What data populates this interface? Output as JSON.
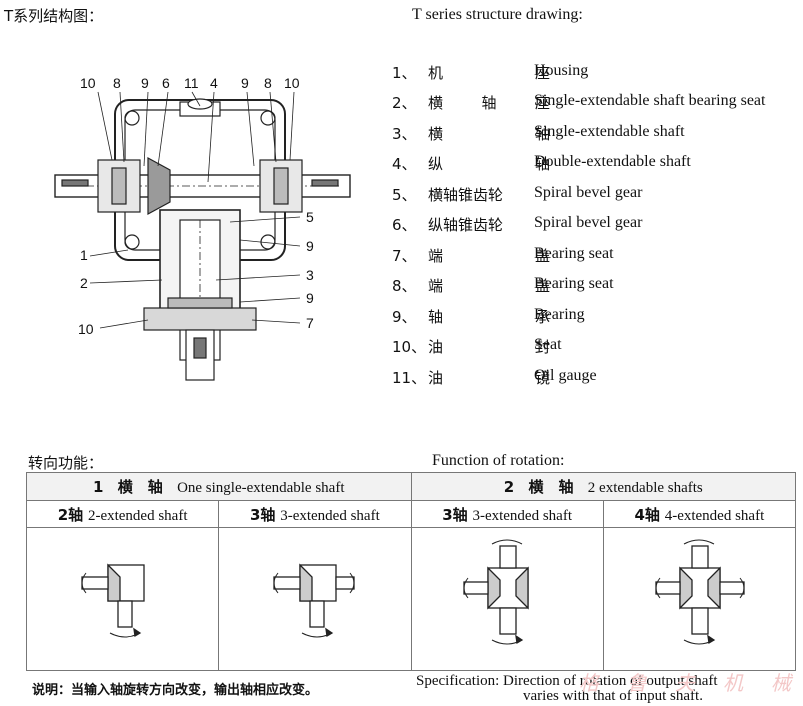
{
  "title_cn": "T系列结构图：",
  "title_en": "T series structure drawing:",
  "callouts": {
    "top": [
      "10",
      "8",
      "9",
      "6",
      "11",
      "4",
      "9",
      "8",
      "10"
    ],
    "left": [
      "1",
      "2",
      "10"
    ],
    "right": [
      "5",
      "9",
      "3",
      "9",
      "7"
    ]
  },
  "parts": [
    {
      "no": "1、",
      "cn": [
        "机",
        "座"
      ],
      "en": "Housing"
    },
    {
      "no": "2、",
      "cn": [
        "横",
        "轴",
        "座"
      ],
      "en": "Single-extendable shaft bearing seat"
    },
    {
      "no": "3、",
      "cn": [
        "横",
        "轴"
      ],
      "en": "Single-extendable shaft"
    },
    {
      "no": "4、",
      "cn": [
        "纵",
        "轴"
      ],
      "en": "Double-extendable shaft"
    },
    {
      "no": "5、",
      "cn": [
        "横轴锥齿轮"
      ],
      "en": "Spiral bevel gear"
    },
    {
      "no": "6、",
      "cn": [
        "纵轴锥齿轮"
      ],
      "en": "Spiral bevel gear"
    },
    {
      "no": "7、",
      "cn": [
        "端",
        "盖"
      ],
      "en": "Bearing seat"
    },
    {
      "no": "8、",
      "cn": [
        "端",
        "盖"
      ],
      "en": "Bearing seat"
    },
    {
      "no": "9、",
      "cn": [
        "轴",
        "承"
      ],
      "en": "Bearing"
    },
    {
      "no": "10、",
      "cn": [
        "油",
        "封"
      ],
      "en": "Seat"
    },
    {
      "no": "11、",
      "cn": [
        "油",
        "镜"
      ],
      "en": "Oil gauge"
    }
  ],
  "rotation": {
    "title_cn": "转向功能：",
    "title_en": "Function of rotation:",
    "group1": {
      "num": "1",
      "cn": "横　轴",
      "en": "One single-extendable shaft"
    },
    "group2": {
      "num": "2",
      "cn": "横　轴",
      "en": "2 extendable shafts"
    },
    "cols": [
      {
        "cn": "2轴",
        "en": "2-extended shaft",
        "shafts": 2
      },
      {
        "cn": "3轴",
        "en": "3-extended shaft",
        "shafts": 3
      },
      {
        "cn": "3轴",
        "en": "3-extended shaft",
        "shafts": 3,
        "cross": true
      },
      {
        "cn": "4轴",
        "en": "4-extended shaft",
        "shafts": 4,
        "cross": true
      }
    ]
  },
  "note_cn": "说明：当输入轴旋转方向改变，输出轴相应改变。",
  "note_en_1": "Specification: Direction of rotation of output shaft",
  "note_en_2": "varies with that of input shaft.",
  "watermark": "格　鲁　夫　机　械"
}
